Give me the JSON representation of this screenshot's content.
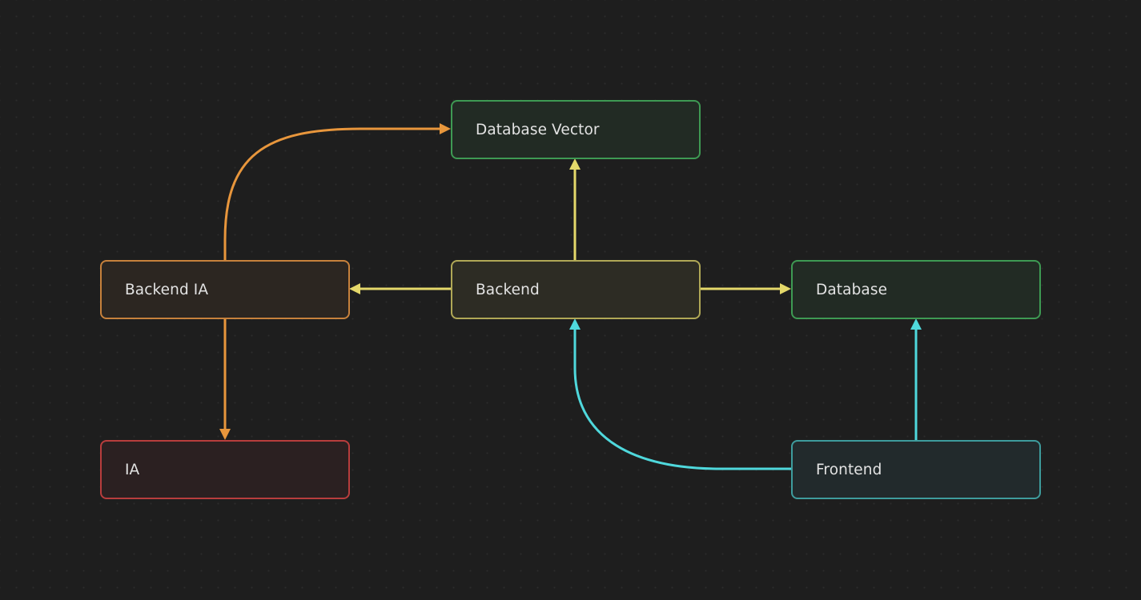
{
  "colors": {
    "background": "#1e1e1e",
    "edge_orange": "#e8963c",
    "edge_yellow": "#e4d86a",
    "edge_cyan": "#4fd8dc",
    "node_green": "#3e9a53",
    "node_olive": "#b0a856",
    "node_orange": "#c7813c",
    "node_red": "#b83d3d",
    "node_teal": "#3e9c9d"
  },
  "nodes": {
    "database_vector": {
      "label": "Database Vector"
    },
    "backend_ia": {
      "label": "Backend IA"
    },
    "backend": {
      "label": "Backend"
    },
    "database": {
      "label": "Database"
    },
    "ia": {
      "label": "IA"
    },
    "frontend": {
      "label": "Frontend"
    }
  },
  "edges": [
    {
      "from": "backend_ia",
      "to": "database_vector",
      "color": "edge_orange"
    },
    {
      "from": "backend_ia",
      "to": "ia",
      "color": "edge_orange"
    },
    {
      "from": "backend",
      "to": "database_vector",
      "color": "edge_yellow"
    },
    {
      "from": "backend",
      "to": "backend_ia",
      "color": "edge_yellow"
    },
    {
      "from": "backend",
      "to": "database",
      "color": "edge_yellow"
    },
    {
      "from": "frontend",
      "to": "backend",
      "color": "edge_cyan"
    },
    {
      "from": "frontend",
      "to": "database",
      "color": "edge_cyan"
    }
  ]
}
